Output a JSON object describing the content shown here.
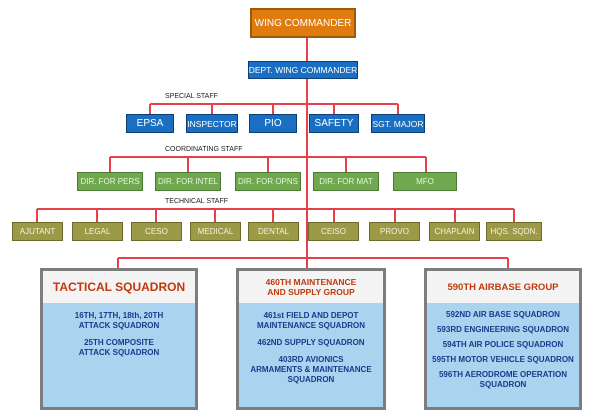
{
  "commander": "WING COMMANDER",
  "deputy": "DEPT. WING COMMANDER",
  "special_staff": {
    "heading": "SPECIAL STAFF",
    "items": [
      "EPSA",
      "INSPECTOR",
      "PIO",
      "SAFETY",
      "SGT. MAJOR"
    ]
  },
  "coordinating_staff": {
    "heading": "COORDINATING STAFF",
    "items": [
      "DIR. FOR PERS",
      "DIR. FOR INTEL",
      "DIR. FOR OPNS",
      "DIR. FOR MAT",
      "MFO"
    ]
  },
  "technical_staff": {
    "heading": "TECHNICAL STAFF",
    "items": [
      "AJUTANT",
      "LEGAL",
      "CESO",
      "MEDICAL",
      "DENTAL",
      "CEISO",
      "PROVO",
      "CHAPLAIN",
      "HQS. SQDN."
    ]
  },
  "groups": [
    {
      "title": "TACTICAL SQUADRON",
      "units": [
        "16TH, 17TH, 18th, 20TH\nATTACK SQUADRON",
        "25TH COMPOSITE\nATTACK SQUADRON"
      ]
    },
    {
      "title": "460TH MAINTENANCE\nAND SUPPLY GROUP",
      "units": [
        "461st FIELD AND DEPOT\nMAINTENANCE SQUADRON",
        "462ND SUPPLY SQUADRON",
        "403RD AVIONICS\nARMAMENTS & MAINTENANCE\nSQUADRON"
      ]
    },
    {
      "title": "590TH AIRBASE GROUP",
      "units": [
        "592ND AIR BASE SQUADRON",
        "593RD ENGINEERING SQUADRON",
        "594TH AIR POLICE SQUADRON",
        "595TH MOTOR VEHICLE SQUADRON",
        "596TH AERODROME OPERATION\nSQUADRON"
      ]
    }
  ],
  "colors": {
    "connector": "#e8404a",
    "commander": "#e07b10",
    "staff_blue": "#1a6fc2",
    "coordinating_green": "#6fa84e",
    "technical_khaki": "#9c9a46",
    "group_title": "#c0390b",
    "unit_text": "#1a3a8c",
    "panel_fill": "#a9d3ef"
  }
}
